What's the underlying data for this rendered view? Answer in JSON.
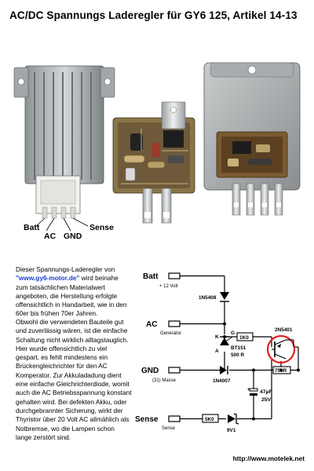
{
  "document": {
    "title": "AC/DC Spannungs Laderegler für GY6 125, Artikel 14-13",
    "pin_labels": {
      "batt": "Batt",
      "ac": "AC",
      "gnd": "GND",
      "sense": "Sense"
    },
    "paragraph1": {
      "before_link": "Dieser Spannungs-Laderegler von",
      "link": "\"www.gy6-motor.de\"",
      "after_link": "wird beinahe zum tatsächlichen Materialwert angeboten, die Herstellung erfolgte offensichtlich in Handarbeit, wie in den 60er bis frühen 70er Jahren."
    },
    "paragraph2": "Obwohl die verwendeten Bauteile gut und zuverlässig wären, ist die einfache Schaltung nicht wirklich alltagstauglich. Hier wurde offensichtlich zu viel gespart, es fehlt mindestens ein Brückengleichrichter für den AC Komperator. Zur Akkuladadung dient eine einfache Gleichrichterdiode, womit auch die AC Betriebsspannung konstant gehalten wird. Bei defekten Akku, oder durchgebrannter Sicherung, wirkt der Thyristor über 20 Volt AC allmählich als Notbremse, wo die Lampen schon lange zerstört sind.",
    "footer_url": "http://www.motelek.net"
  },
  "schematic": {
    "batt": "Batt",
    "batt_sub": "+ 12 Volt",
    "d1": "1N5408",
    "ac": "AC",
    "ac_sub": "Generator",
    "k": "K",
    "g": "G",
    "a": "A",
    "r1": "1K0",
    "q1": "2N5401",
    "thy": "BT151",
    "thy_v": "500 R",
    "gnd": "GND",
    "gnd_sub": "(31) Masse",
    "d2": "1N4007",
    "r2": "750R",
    "c1": "47µF",
    "c1_v": "25V",
    "sense": "Sense",
    "sense_sub": "Sense",
    "r3": "5K0",
    "z1": "9V1"
  },
  "colors": {
    "link": "#1a3fd1",
    "highlight_circle": "#e02020",
    "metal": "#b9bcbe",
    "pcb": "#6e5a3a"
  }
}
